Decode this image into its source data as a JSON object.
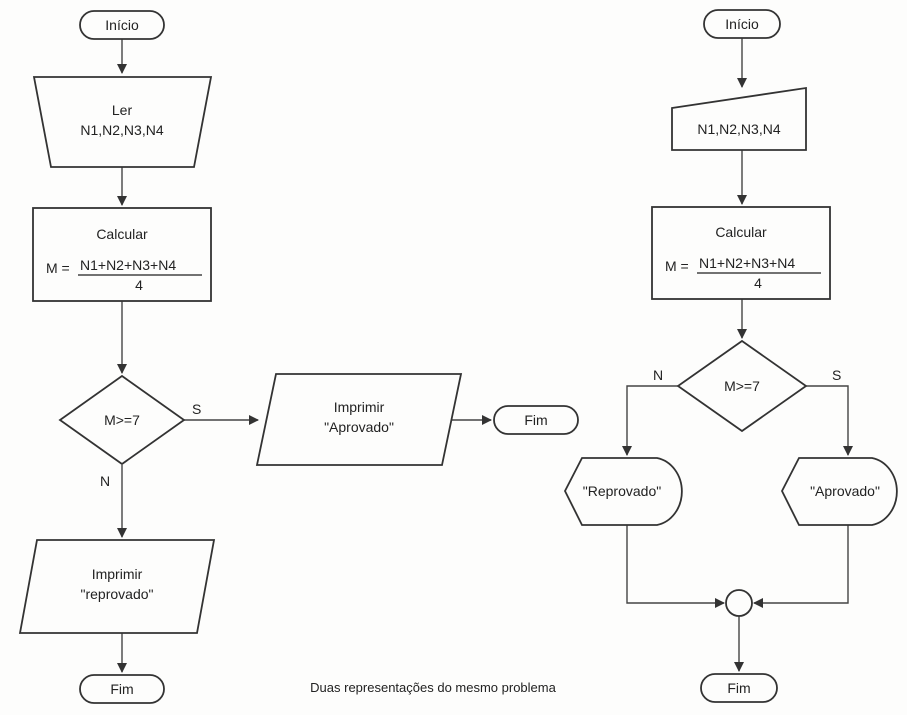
{
  "left": {
    "start": "Início",
    "read": [
      "Ler",
      "N1,N2,N3,N4"
    ],
    "calc": {
      "title": "Calcular",
      "lhs": "M =",
      "numerator": "N1+N2+N3+N4",
      "denominator": "4"
    },
    "decision": "M>=7",
    "yes": "S",
    "no": "N",
    "print_approved": [
      "Imprimir",
      "\"Aprovado\""
    ],
    "print_failed": [
      "Imprimir",
      "\"reprovado\""
    ],
    "end_yes": "Fim",
    "end_no": "Fim"
  },
  "right": {
    "start": "Início",
    "input": "N1,N2,N3,N4",
    "calc": {
      "title": "Calcular",
      "lhs": "M =",
      "numerator": "N1+N2+N3+N4",
      "denominator": "4"
    },
    "decision": "M>=7",
    "yes": "S",
    "no": "N",
    "out_failed": "\"Reprovado\"",
    "out_approved": "\"Aprovado\"",
    "end": "Fim"
  },
  "caption": "Duas representações do mesmo problema"
}
